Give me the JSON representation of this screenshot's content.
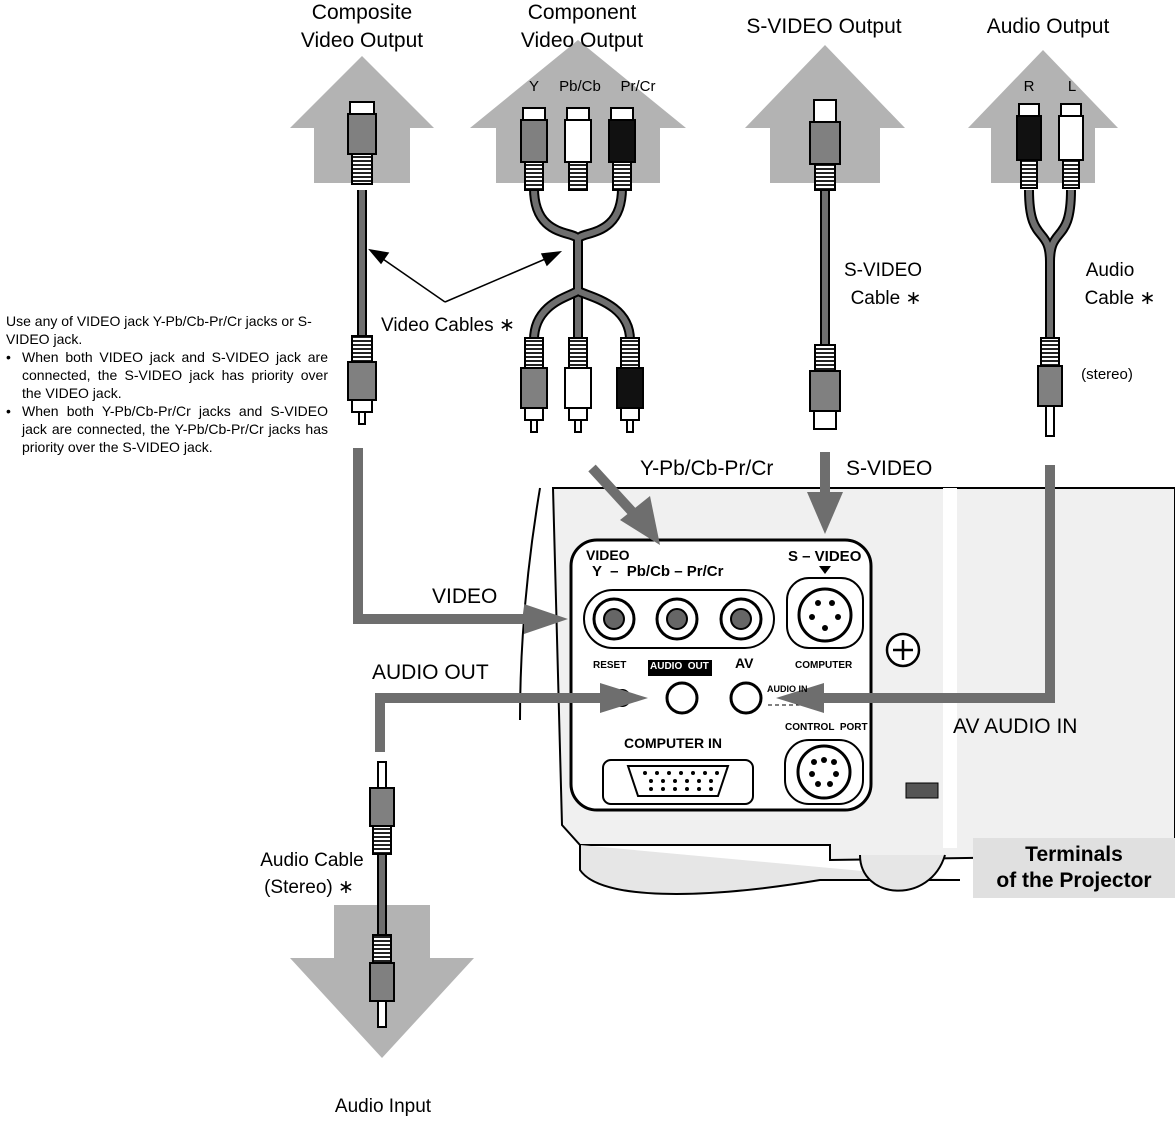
{
  "sources": {
    "composite": {
      "line1": "Composite",
      "line2": "Video Output"
    },
    "component": {
      "line1": "Component",
      "line2": "Video Output",
      "jacks": [
        "Y",
        "Pb/Cb",
        "Pr/Cr"
      ]
    },
    "svideo": {
      "title": "S-VIDEO Output"
    },
    "audio": {
      "title": "Audio Output",
      "jacks": [
        "R",
        "L"
      ]
    }
  },
  "cables": {
    "video": "Video Cables ∗",
    "svideo": {
      "line1": "S-VIDEO",
      "line2": "Cable ∗"
    },
    "audio": {
      "line1": "Audio",
      "line2": "Cable ∗",
      "note": "(stereo)"
    },
    "audio_out": {
      "line1": "Audio Cable",
      "line2": "(Stereo) ∗"
    }
  },
  "connections": {
    "ypbpr": "Y-Pb/Cb-Pr/Cr",
    "svideo": "S-VIDEO",
    "video": "VIDEO",
    "audio_out": "AUDIO OUT",
    "av_audio_in": "AV AUDIO IN",
    "audio_input": "Audio Input"
  },
  "panel": {
    "video_title": "VIDEO",
    "video_jacks": "Y  –  Pb/Cb – Pr/Cr",
    "svideo": "S – VIDEO",
    "reset": "RESET",
    "audio_out": "AUDIO  OUT",
    "av": "AV",
    "computer": "COMPUTER",
    "audio_in": "AUDIO IN",
    "control_port": "CONTROL  PORT",
    "computer_in": "COMPUTER IN"
  },
  "note": {
    "intro": "Use any of VIDEO jack Y-Pb/Cb-Pr/Cr jacks or S-VIDEO jack.",
    "bullets": [
      "When both VIDEO jack and S-VIDEO jack are connected, the S-VIDEO jack has priority over the VIDEO jack.",
      "When both Y-Pb/Cb-Pr/Cr jacks and S-VIDEO jack are connected, the Y-Pb/Cb-Pr/Cr jacks has priority over the S-VIDEO jack."
    ]
  },
  "terminals": {
    "line1": "Terminals",
    "line2": "of the Projector"
  },
  "colors": {
    "arrow_fill": "#b3b3b3",
    "cable": "#6e6e6e",
    "plug_gray": "#808080",
    "plug_black": "#111111",
    "plug_white": "#ffffff",
    "projector": "#f0f0f0"
  }
}
